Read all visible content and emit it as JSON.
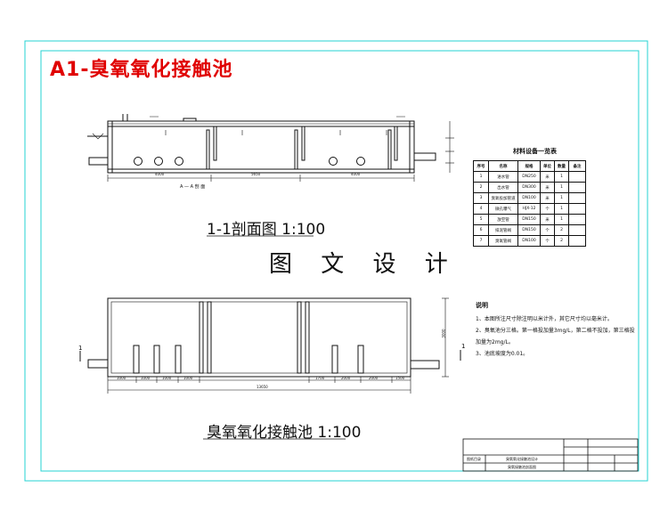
{
  "title": "A1-臭氧氧化接触池",
  "watermark": "图 文 设 计",
  "section_view": {
    "caption": "1-1剖面图 1:100",
    "dims": [
      "4000",
      "5650",
      "4000"
    ],
    "section_mark": "A — A 剖 面"
  },
  "plan_view": {
    "caption": "臭氧氧化接触池 1:100",
    "section_marks": [
      "1",
      "1"
    ],
    "dims_left": [
      "1000",
      "1000",
      "1000",
      "1000"
    ],
    "dims_right": [
      "1700",
      "2000",
      "2000",
      "1500"
    ],
    "total_dim": "13650",
    "height_dim": "3000"
  },
  "materials_table": {
    "title": "材料设备一览表",
    "headers": [
      "序号",
      "名称",
      "规格",
      "单位",
      "数量",
      "备注"
    ],
    "rows": [
      [
        "1",
        "进水管",
        "DN250",
        "米",
        "1",
        ""
      ],
      [
        "2",
        "出水管",
        "DN300",
        "米",
        "1",
        ""
      ],
      [
        "3",
        "臭氧投加管道",
        "DN100",
        "米",
        "1",
        ""
      ],
      [
        "4",
        "微孔曝气",
        "HJX-12",
        "个",
        "1",
        ""
      ],
      [
        "5",
        "放空管",
        "DN150",
        "米",
        "1",
        ""
      ],
      [
        "6",
        "排泥管阀",
        "DN150",
        "个",
        "2",
        ""
      ],
      [
        "7",
        "臭氧管阀",
        "DN100",
        "个",
        "2",
        ""
      ]
    ]
  },
  "notes": {
    "heading": "说明",
    "items": [
      "1、本图所注尺寸除注明以米计外，其它尺寸均以毫米计。",
      "2、臭氧池分三格。第一格投加量3mg/L，第二格不投加，第三格投加量为2mg/L。",
      "3、池底坡度为0.01。"
    ]
  },
  "title_block": {
    "left_label": "图纸目录",
    "project": "臭氧氧化接触池设计",
    "drawing": "臭氧接触池剖面图"
  }
}
